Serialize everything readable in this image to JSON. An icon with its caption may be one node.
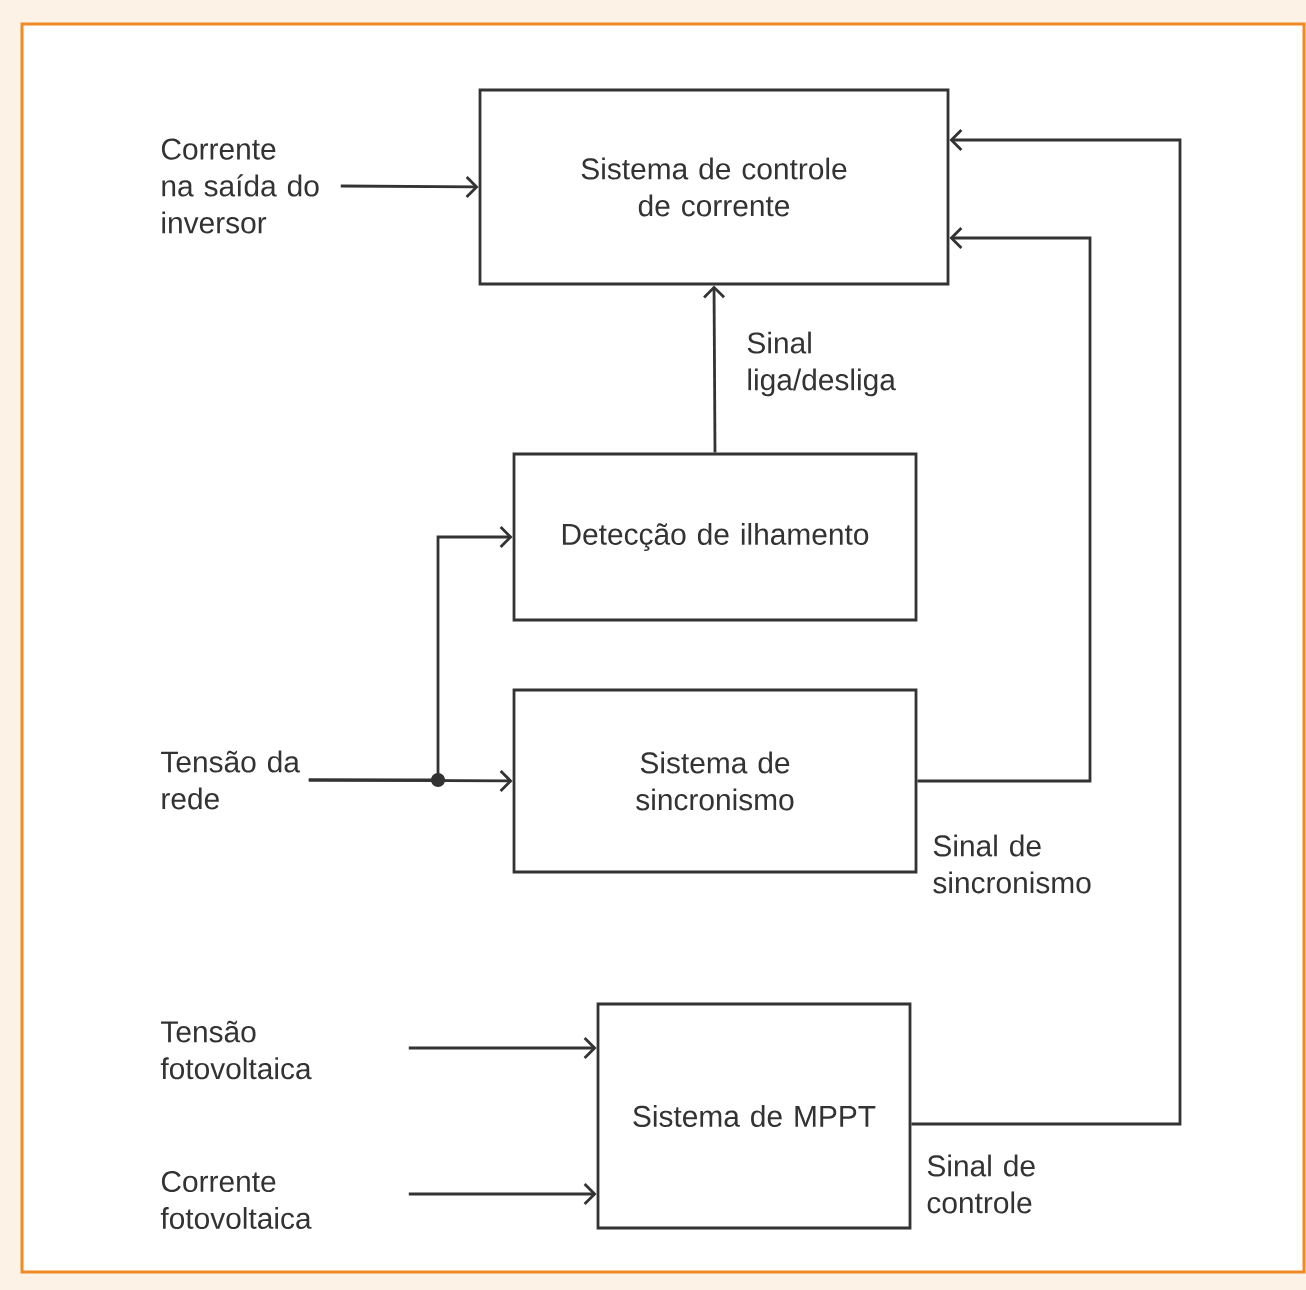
{
  "diagram": {
    "nodes": [
      {
        "text": [
          "Sistema de controle de corrente"
        ]
      },
      {
        "text": [
          "Detecção de ilhamento"
        ]
      },
      {
        "text": [
          "Sistema de sincronismo"
        ]
      },
      {
        "text": [
          "Sistema de MPPT"
        ]
      },
      {
        "text": [
          "Corrente na saída do inversor"
        ]
      },
      {
        "text": [
          "Tensão da rede"
        ]
      },
      {
        "text": [
          "Tensão fotovoltaica"
        ]
      },
      {
        "text": [
          "Corrente fotovoltaica"
        ]
      }
    ],
    "edges": [
      {
        "from": 4,
        "to": 0,
        "arrow": "to"
      },
      {
        "from": 1,
        "to": 0,
        "arrow": "to",
        "label": "Sinal liga/desliga"
      },
      {
        "from": 2,
        "to": 0,
        "arrow": "to",
        "label": "Sinal de sincronismo"
      },
      {
        "from": 3,
        "to": 0,
        "arrow": "to",
        "label": "Sinal de controle"
      },
      {
        "from": 5,
        "to": 1,
        "arrow": "to"
      },
      {
        "from": 5,
        "to": 2,
        "arrow": "to"
      },
      {
        "from": 6,
        "to": 3,
        "arrow": "to"
      },
      {
        "from": 7,
        "to": 3,
        "arrow": "to"
      }
    ]
  }
}
